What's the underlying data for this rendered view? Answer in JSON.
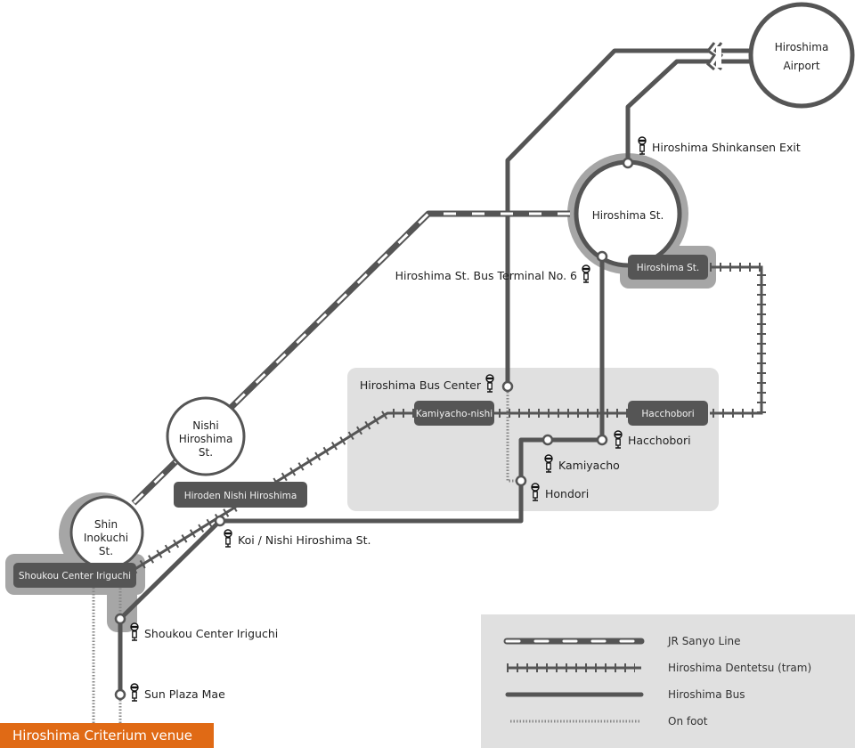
{
  "stations": {
    "airport": {
      "line1": "Hiroshima",
      "line2": "Airport"
    },
    "hiroshima_st": "Hiroshima St.",
    "nishi_hiroshima": {
      "line1": "Nishi",
      "line2": "Hiroshima",
      "line3": "St."
    },
    "shin_inokuchi": {
      "line1": "Shin",
      "line2": "Inokuchi",
      "line3": "St."
    }
  },
  "tram_stops": {
    "hiroshima_st": "Hiroshima St.",
    "kamiyacho_nishi": "Kamiyacho-nishi",
    "hacchobori": "Hacchobori",
    "hiroden_nishi_hiroshima": "Hiroden Nishi Hiroshima",
    "shoukou_center_iriguchi": "Shoukou Center Iriguchi"
  },
  "bus_stops": {
    "shinkansen_exit": "Hiroshima Shinkansen Exit",
    "bus_terminal_6": "Hiroshima St. Bus Terminal No. 6",
    "bus_center": "Hiroshima Bus Center",
    "hacchobori": "Hacchobori",
    "kamiyacho": "Kamiyacho",
    "hondori": "Hondori",
    "koi": "Koi / Nishi Hiroshima St.",
    "shoukou": "Shoukou Center Iriguchi",
    "sun_plaza": "Sun Plaza Mae"
  },
  "destination": "Hiroshima Criterium venue",
  "legend": [
    {
      "type": "jr",
      "label": "JR Sanyo Line"
    },
    {
      "type": "tram",
      "label": "Hiroshima Dentetsu (tram)"
    },
    {
      "type": "bus",
      "label": "Hiroshima  Bus"
    },
    {
      "type": "foot",
      "label": "On foot"
    }
  ],
  "colors": {
    "line": "#555555",
    "halo": "#a6a6a6",
    "area": "#e0e0e0",
    "badge": "#555555",
    "destination": "#e06a15"
  },
  "icons": {
    "bus_stop": "bus-stop-icon"
  }
}
